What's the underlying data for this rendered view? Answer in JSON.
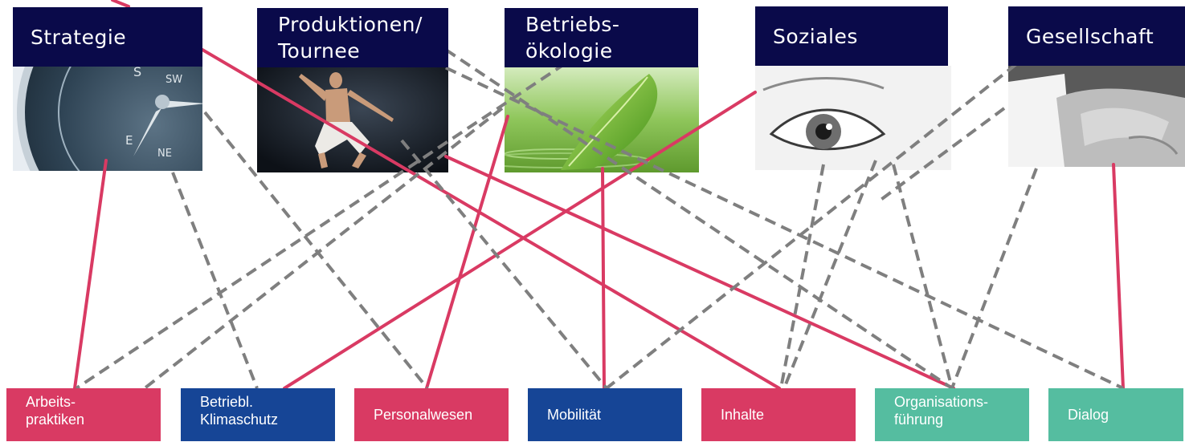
{
  "categories": {
    "strategie": "Strategie",
    "produktionen": "Produktionen/\nTournee",
    "betriebsoekologie": "Betriebs-\nökologie",
    "soziales": "Soziales",
    "gesellschaft": "Gesellschaft"
  },
  "measures": {
    "arbeitspraktiken": "Arbeits-\npraktiken",
    "klimaschutz": "Betriebl.\nKlimaschutz",
    "personalwesen": "Personalwesen",
    "mobilitaet": "Mobilität",
    "inhalte": "Inhalte",
    "organisationsfuehrung": "Organisations-\nführung",
    "dialog": "Dialog"
  },
  "colors": {
    "header": "#0a0a4a",
    "pink": "#d93a63",
    "blue": "#164596",
    "teal": "#55bda0",
    "solid_line": "#d93a63",
    "dashed_line": "#7f7f7f"
  },
  "images": {
    "strategie": "compass-photo",
    "produktionen": "dancer-photo",
    "betriebsoekologie": "leaf-photo",
    "soziales": "eye-photo",
    "gesellschaft": "hands-photo"
  }
}
